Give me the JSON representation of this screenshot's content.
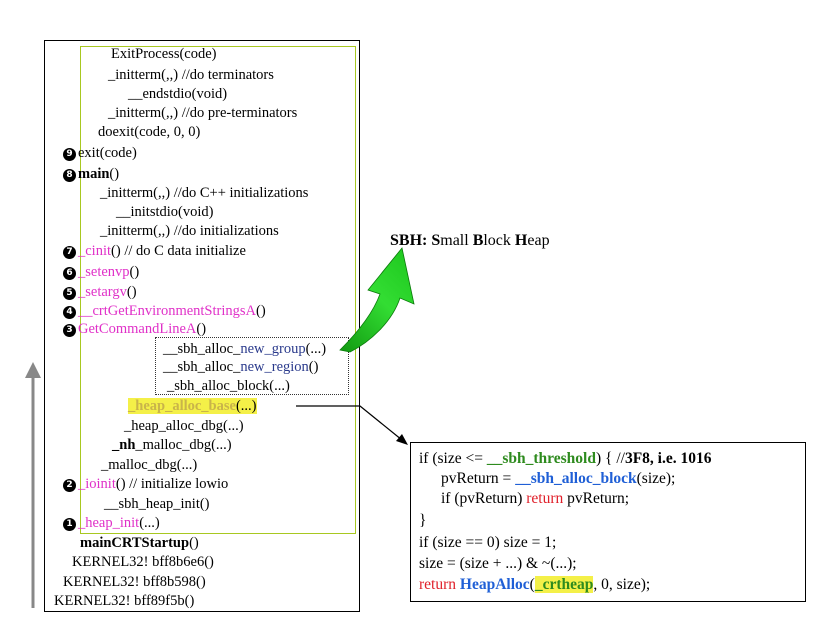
{
  "stack": {
    "l1": "ExitProcess(code)",
    "l2": "_initterm(,,)    //do terminators",
    "l3": "__endstdio(void)",
    "l4": "_initterm(,,)    //do pre-terminators",
    "l5": "doexit(code, 0, 0)",
    "l6": "exit(code)",
    "l7_fn": "main",
    "l7_rest": "()",
    "l8": "_initterm(,,)  //do C++ initializations",
    "l9": "__initstdio(void)",
    "l10": "_initterm(,,)  //do initializations",
    "l11_fn": "_cinit",
    "l11_rest": "()   // do C data initialize",
    "l12_fn": "_setenvp",
    "l12_rest": "()",
    "l13_fn": "_setargv",
    "l13_rest": "()",
    "l14_fn": "__crtGetEnvironmentStringsA",
    "l14_rest": "()",
    "l15_fn": "GetCommandLineA",
    "l15_rest": "()",
    "d1_a": "__sbh_alloc_",
    "d1_b": "new_group",
    "d1_c": "(...)",
    "d2_a": "__sbh_alloc_",
    "d2_b": "new_region",
    "d2_c": "()",
    "d3": "_sbh_alloc_block(...)",
    "l16_fn": "_heap_alloc_base",
    "l16_rest": "(...)",
    "l17": "_heap_alloc_dbg(...)",
    "l18_nh": "_nh",
    "l18_rest": "_malloc_dbg(...)",
    "l19": "_malloc_dbg(...)",
    "l20_fn": "_ioinit",
    "l20_rest": "()  // initialize lowio",
    "l21": "__sbh_heap_init()",
    "l22_fn": "_heap_init",
    "l22_rest": "(...)",
    "l23": "mainCRTStartup",
    "l23_rest": "()",
    "l24": "KERNEL32! bff8b6e6()",
    "l25": "KERNEL32! bff8b598()",
    "l26": "KERNEL32! bff89f5b()"
  },
  "badges": [
    "9",
    "8",
    "7",
    "6",
    "5",
    "4",
    "3",
    "2",
    "1"
  ],
  "sbh": {
    "abbr": "SBH:",
    "w1_b": "S",
    "w1": "mall ",
    "w2_b": "B",
    "w2": "lock ",
    "w3_b": "H",
    "w3": "eap"
  },
  "code": {
    "c1_a": "if (size <= ",
    "c1_b": "__sbh_threshold",
    "c1_c": ") {     //",
    "c1_d": "3F8, i.e. 1016",
    "c2_a": "pvReturn = ",
    "c2_b": "__sbh_alloc_block",
    "c2_c": "(size);",
    "c3_a": "if (pvReturn)  ",
    "c3_b": "return",
    "c3_c": " pvReturn;",
    "c4": "}",
    "c5": "if (size == 0)  size = 1;",
    "c6": "size = (size + ...) & ~(...);",
    "c7_a": "return",
    "c7_b": "HeapAlloc",
    "c7_c": "(",
    "c7_d": "_crtheap",
    "c7_e": ", 0, size);"
  },
  "colors": {
    "green_box": "#a8c820",
    "magenta": "#e030c8",
    "arrow_green": "#22cc22",
    "highlight": "#f4f048"
  }
}
